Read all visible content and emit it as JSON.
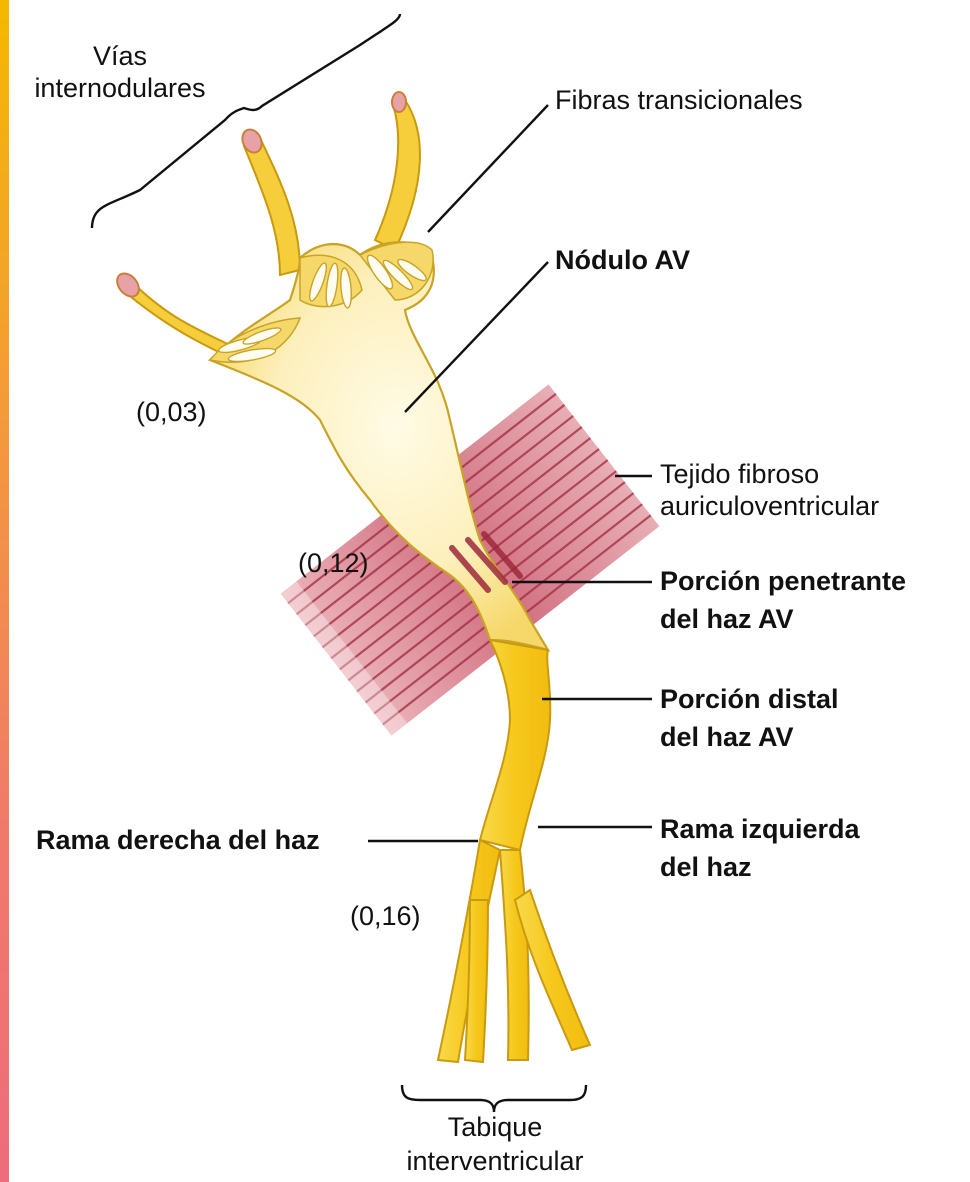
{
  "labels": {
    "vias": [
      "Vías",
      "internodulares"
    ],
    "fibras": "Fibras transicionales",
    "nodulo": "Nódulo AV",
    "tejido": [
      "Tejido fibroso",
      "auriculoventricular"
    ],
    "penetrante": [
      "Porción penetrante",
      "del haz AV"
    ],
    "distal": [
      "Porción distal",
      "del haz AV"
    ],
    "rama_izq": [
      "Rama izquierda",
      "del haz"
    ],
    "rama_der": "Rama derecha del haz",
    "tabique": [
      "Tabique",
      "interventricular"
    ]
  },
  "timings": {
    "t1": "(0,03)",
    "t2": "(0,12)",
    "t3": "(0,16)"
  },
  "colors": {
    "edge_bar": [
      "#f5b800",
      "#ee6c7c"
    ],
    "node_fill": "#fdf3c8",
    "pathway_fill": "#f7cf2c",
    "fibrous_tissue": "#b8384a"
  }
}
